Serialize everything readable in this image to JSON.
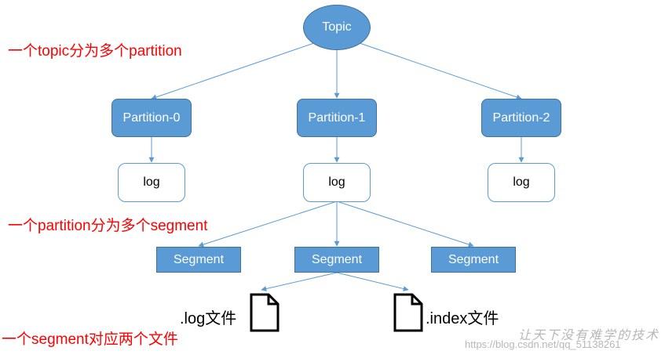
{
  "topic": {
    "label": "Topic"
  },
  "partitions": [
    {
      "label": "Partition-0",
      "log": "log"
    },
    {
      "label": "Partition-1",
      "log": "log"
    },
    {
      "label": "Partition-2",
      "log": "log"
    }
  ],
  "segments": [
    "Segment",
    "Segment",
    "Segment"
  ],
  "files": [
    {
      "label": ".log文件",
      "icon": "file-icon"
    },
    {
      "label": ".index文件",
      "icon": "file-icon"
    }
  ],
  "notes": {
    "topic_note": "一个topic分为多个partition",
    "partition_note": "一个partition分为多个segment",
    "segment_note": "一个segment对应两个文件"
  },
  "watermark": {
    "logo_text": "让天下没有难学的技术",
    "url": "https://blog.csdn.net/qq_51138261"
  },
  "colors": {
    "node_fill": "#5b9bd5",
    "node_border": "#41719c",
    "edge": "#5b9bd5",
    "note_text": "#ff0000"
  }
}
